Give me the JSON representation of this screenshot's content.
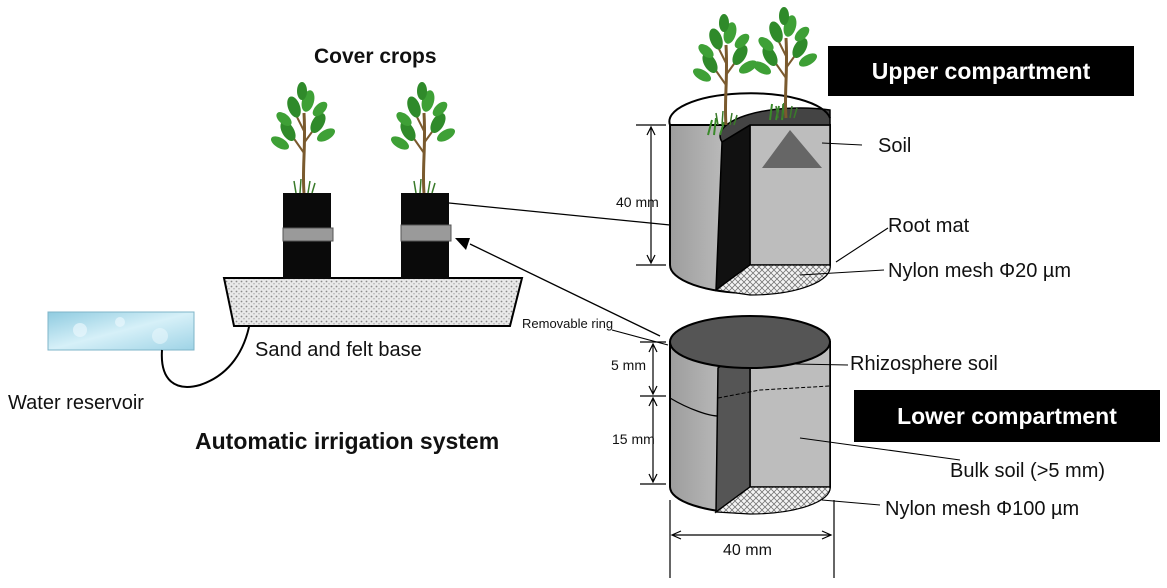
{
  "labels": {
    "cover_crops": "Cover crops",
    "sand_felt_base": "Sand and felt base",
    "water_reservoir": "Water reservoir",
    "automatic_irrigation": "Automatic irrigation system",
    "upper_compartment": "Upper compartment",
    "lower_compartment": "Lower compartment",
    "soil": "Soil",
    "root_mat": "Root mat",
    "nylon_mesh_upper": "Nylon mesh Φ20 µm",
    "removable_ring": "Removable ring",
    "rhizosphere_soil": "Rhizosphere soil",
    "bulk_soil": "Bulk soil (>5 mm)",
    "nylon_mesh_lower": "Nylon mesh Φ100 µm"
  },
  "dimensions": {
    "upper_height": "40 mm",
    "ring_height": "5 mm",
    "lower_height": "15 mm",
    "diameter": "40 mm"
  },
  "colors": {
    "pot": "#0a0a0a",
    "band": "#9a9a9a",
    "cylinder": "#b9b9b9",
    "cylinder_top": "#555555",
    "soil_face": "#bdbdbd",
    "label_box": "#000000",
    "water": "#a9d8ea",
    "leaf": "#2f8a2a",
    "stem": "#7a5a2e"
  }
}
